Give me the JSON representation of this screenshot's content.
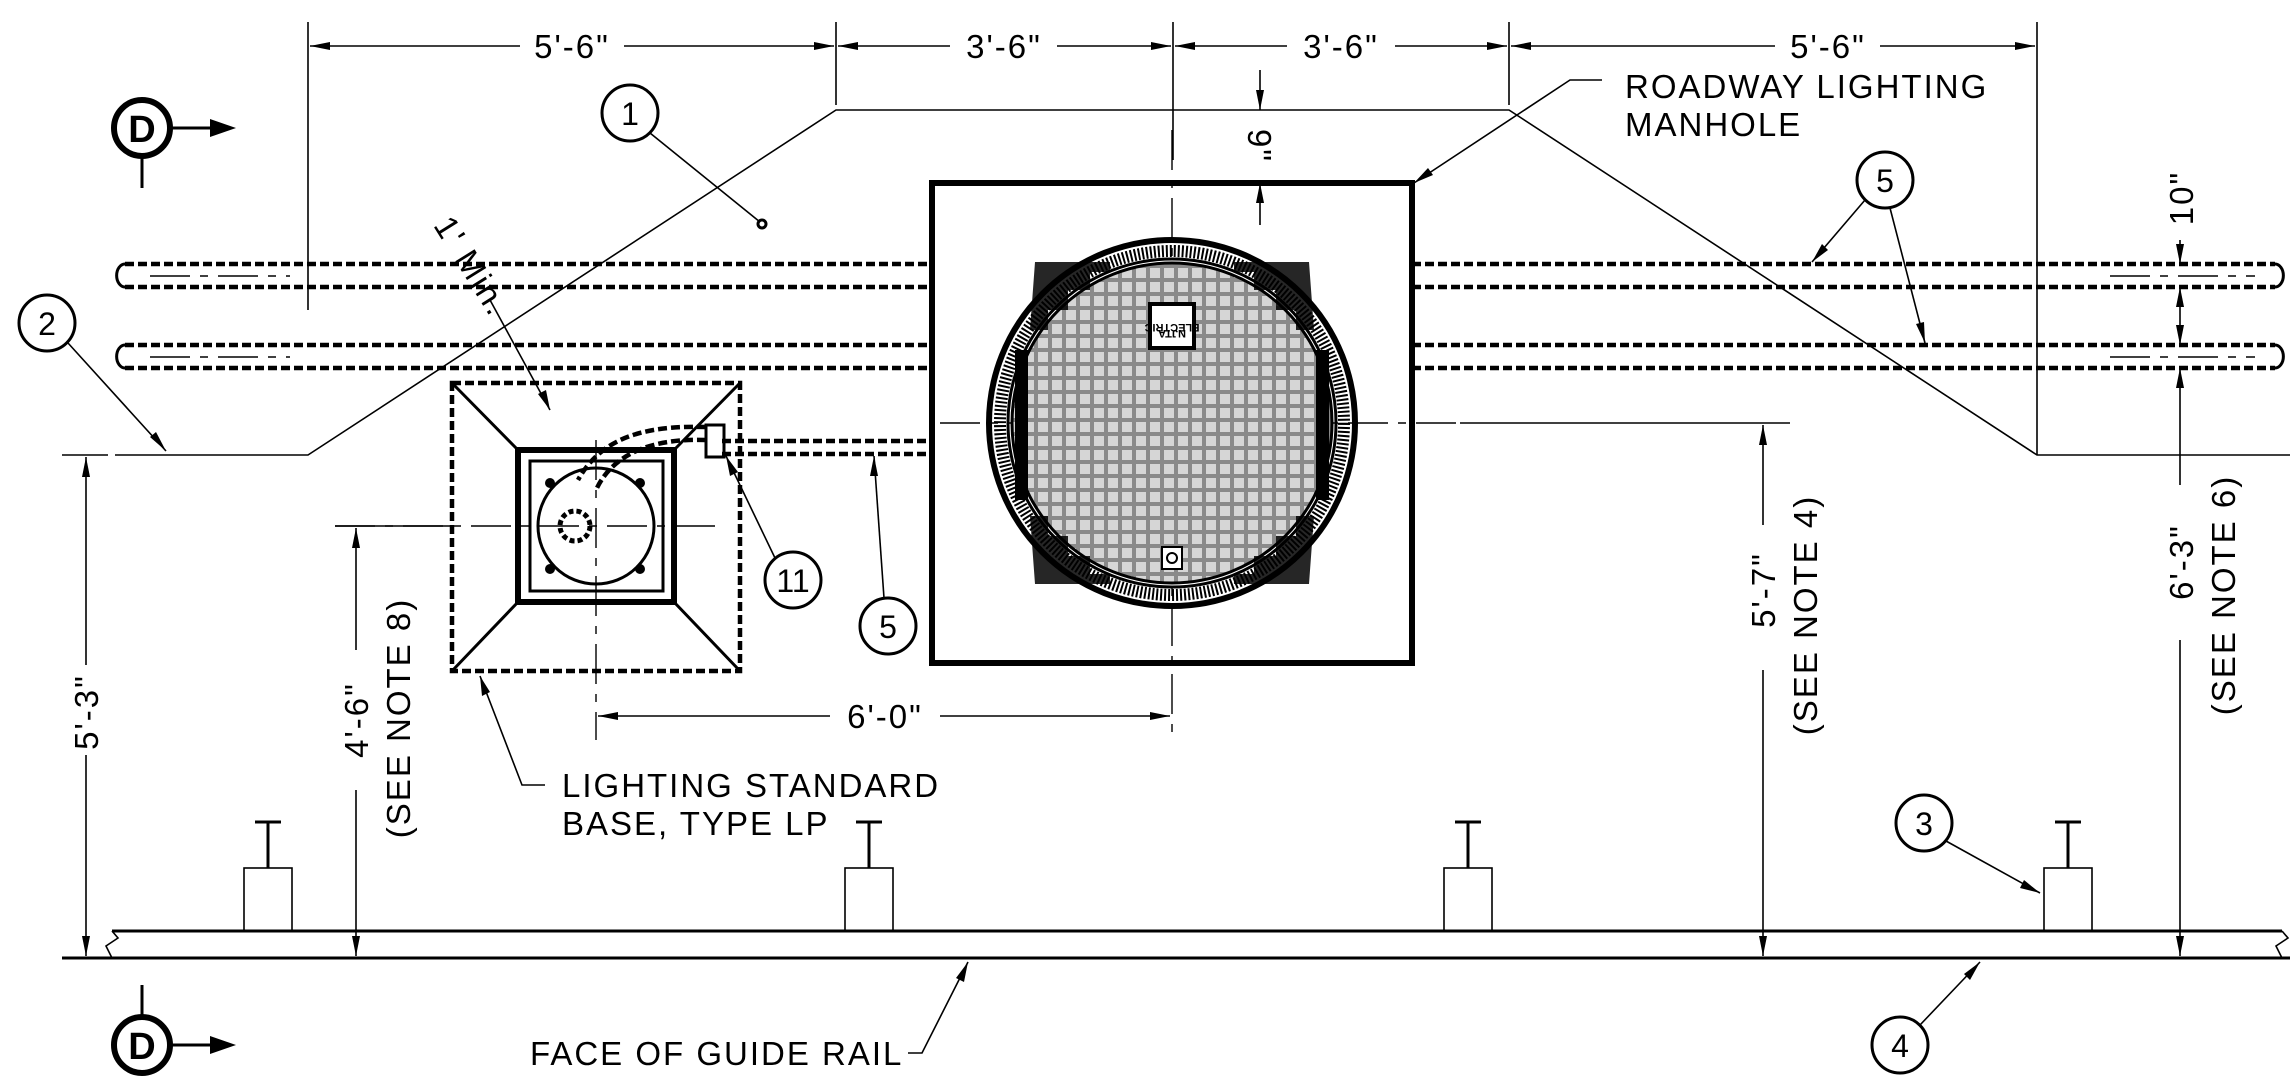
{
  "dimensions": {
    "top_1": "5'-6\"",
    "top_2": "3'-6\"",
    "top_3": "3'-6\"",
    "top_4": "5'-6\"",
    "clear_9": "9\"",
    "clear_10": "10\"",
    "min_1": "1' Min.",
    "left_height": "5'-3\"",
    "base_offset": "4'-6\"",
    "base_offset_note": "(SEE NOTE 8)",
    "base_spacing": "6'-0\"",
    "manhole_offset": "5'-7\"",
    "manhole_offset_note": "(SEE NOTE 4)",
    "right_offset": "6'-3\"",
    "right_offset_note": "(SEE NOTE 6)"
  },
  "labels": {
    "manhole_line1": "ROADWAY LIGHTING",
    "manhole_line2": "MANHOLE",
    "base_line1": "LIGHTING STANDARD",
    "base_line2": "BASE, TYPE LP",
    "guide_rail": "FACE OF GUIDE RAIL",
    "cover_text_1": "NJTA",
    "cover_text_2": "ELECTRIC"
  },
  "callouts": [
    "1",
    "2",
    "3",
    "4",
    "5",
    "5",
    "11"
  ],
  "section_marker": "D"
}
